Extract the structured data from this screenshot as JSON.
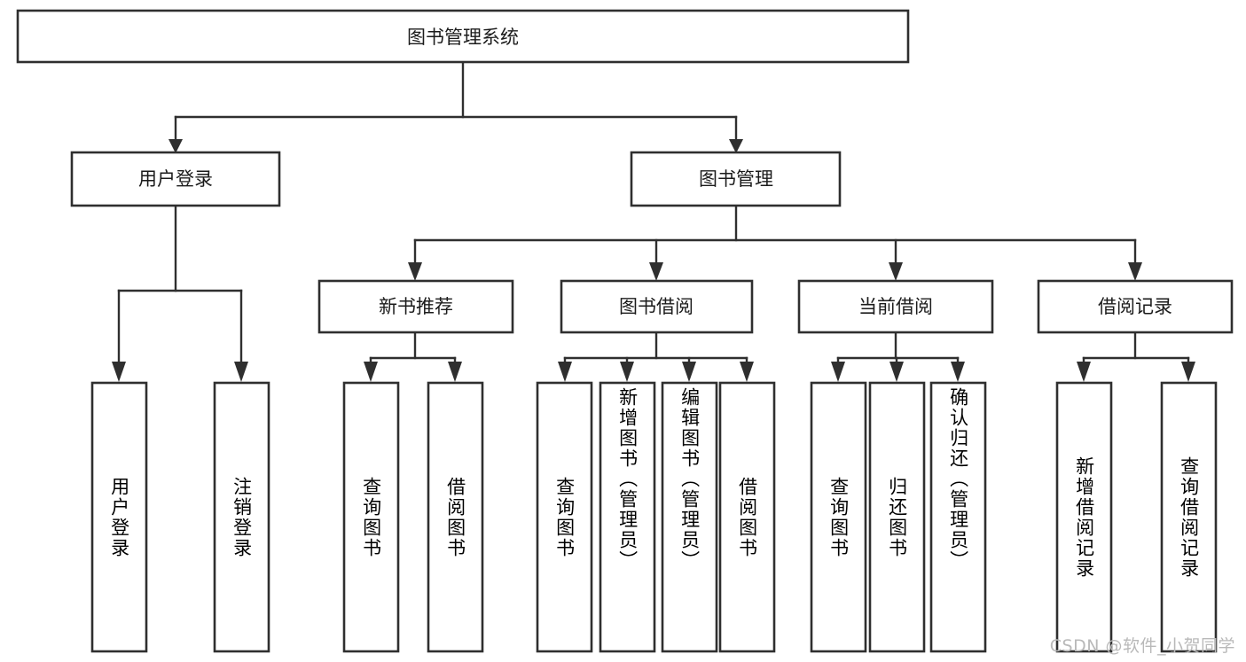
{
  "diagram": {
    "title": "图书管理系统",
    "type": "hierarchy-tree",
    "watermark": "CSDN @软件_小贺同学",
    "colors": {
      "box_stroke": "#2f2f2f",
      "box_fill": "#ffffff",
      "text": "#1b1b1b",
      "background": "#ffffff",
      "watermark": "#b9b9b9"
    },
    "levels": [
      {
        "level": 1,
        "nodes": [
          {
            "id": "root",
            "label": "图书管理系统",
            "orientation": "horizontal"
          }
        ]
      },
      {
        "level": 2,
        "nodes": [
          {
            "id": "user-login",
            "label": "用户登录",
            "orientation": "horizontal",
            "parent": "root"
          },
          {
            "id": "book-mgmt",
            "label": "图书管理",
            "orientation": "horizontal",
            "parent": "root"
          }
        ]
      },
      {
        "level": 3,
        "nodes": [
          {
            "id": "new-book-rec",
            "label": "新书推荐",
            "orientation": "horizontal",
            "parent": "book-mgmt"
          },
          {
            "id": "book-borrow",
            "label": "图书借阅",
            "orientation": "horizontal",
            "parent": "book-mgmt"
          },
          {
            "id": "current-borrow",
            "label": "当前借阅",
            "orientation": "horizontal",
            "parent": "book-mgmt"
          },
          {
            "id": "borrow-record",
            "label": "借阅记录",
            "orientation": "horizontal",
            "parent": "book-mgmt"
          }
        ]
      },
      {
        "level": 4,
        "nodes": [
          {
            "id": "leaf-user-login",
            "label": "用户登录",
            "orientation": "vertical",
            "parent": "user-login"
          },
          {
            "id": "leaf-user-logout",
            "label": "注销登录",
            "orientation": "vertical",
            "parent": "user-login"
          },
          {
            "id": "leaf-query-book-1",
            "label": "查询图书",
            "orientation": "vertical",
            "parent": "new-book-rec"
          },
          {
            "id": "leaf-borrow-book-1",
            "label": "借阅图书",
            "orientation": "vertical",
            "parent": "new-book-rec"
          },
          {
            "id": "leaf-query-book-2",
            "label": "查询图书",
            "orientation": "vertical",
            "parent": "book-borrow"
          },
          {
            "id": "leaf-add-book",
            "label": "新增图书（管理员）",
            "orientation": "vertical",
            "parent": "book-borrow"
          },
          {
            "id": "leaf-edit-book",
            "label": "编辑图书（管理员）",
            "orientation": "vertical",
            "parent": "book-borrow"
          },
          {
            "id": "leaf-borrow-book-2",
            "label": "借阅图书",
            "orientation": "vertical",
            "parent": "book-borrow"
          },
          {
            "id": "leaf-query-book-3",
            "label": "查询图书",
            "orientation": "vertical",
            "parent": "current-borrow"
          },
          {
            "id": "leaf-return-book",
            "label": "归还图书",
            "orientation": "vertical",
            "parent": "current-borrow"
          },
          {
            "id": "leaf-confirm-return",
            "label": "确认归还（管理员）",
            "orientation": "vertical",
            "parent": "current-borrow"
          },
          {
            "id": "leaf-add-record",
            "label": "新增借阅记录",
            "orientation": "vertical",
            "parent": "borrow-record"
          },
          {
            "id": "leaf-query-record",
            "label": "查询借阅记录",
            "orientation": "vertical",
            "parent": "borrow-record"
          }
        ]
      }
    ]
  }
}
